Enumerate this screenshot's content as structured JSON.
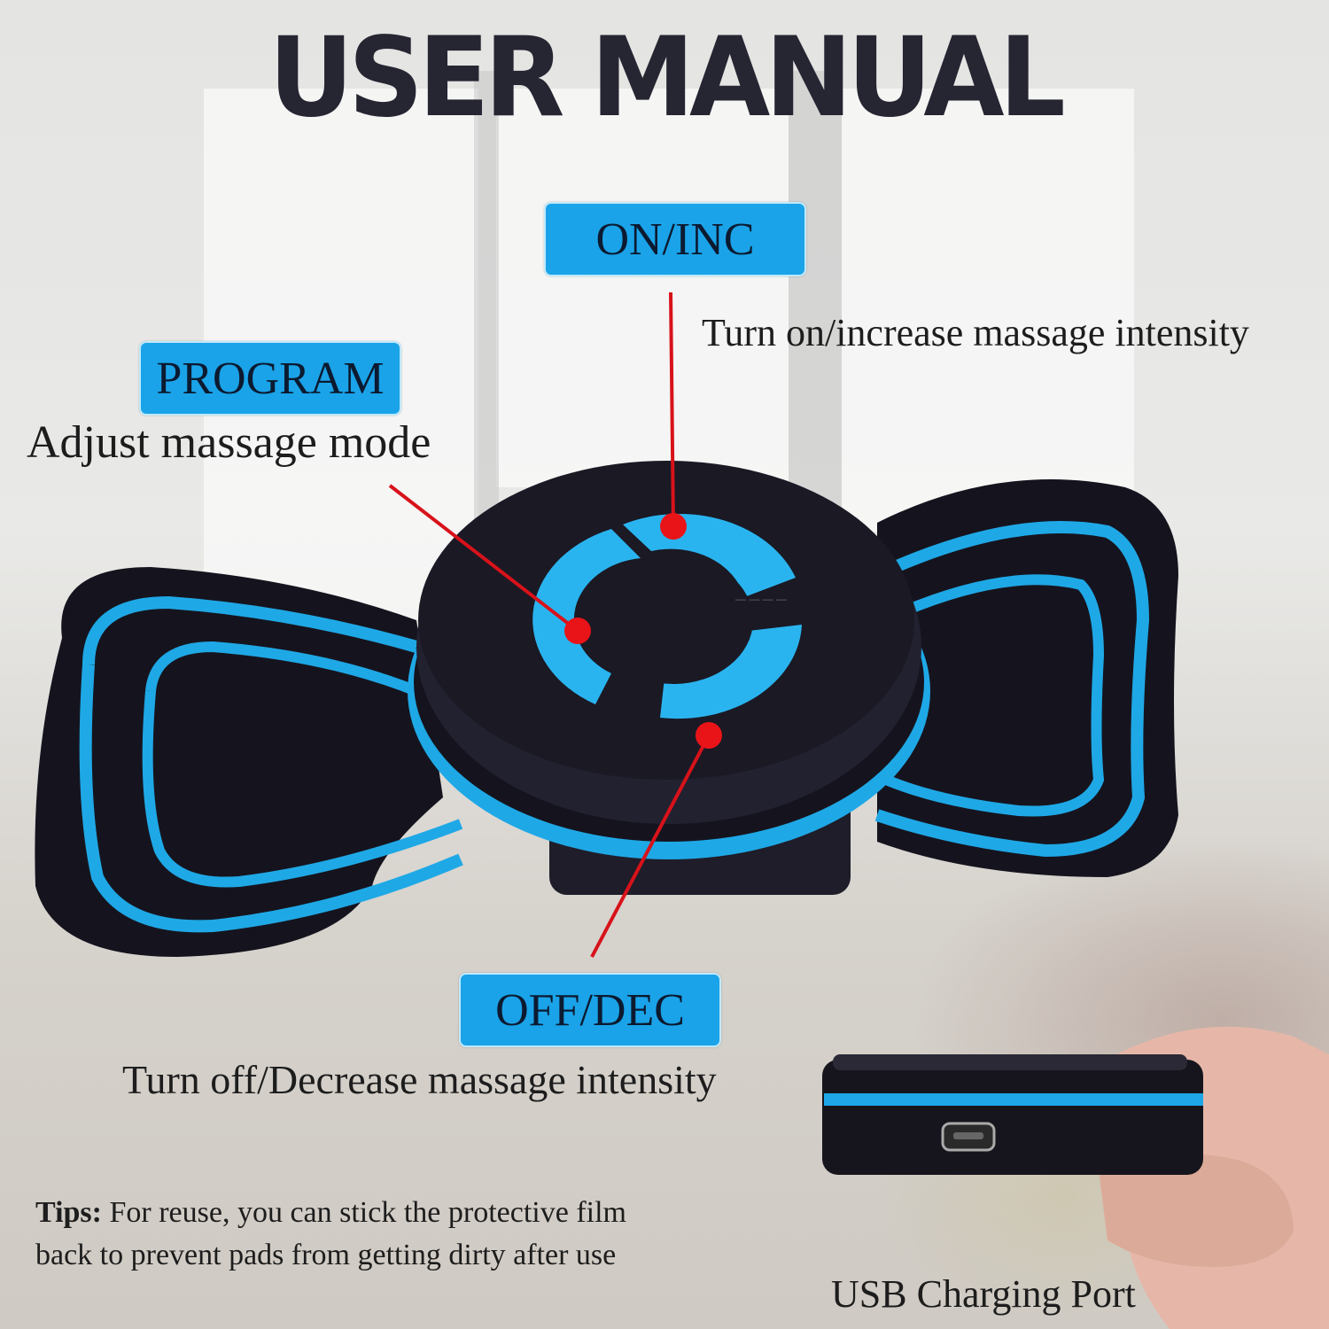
{
  "header": {
    "title": "USER MANUAL"
  },
  "controls": [
    {
      "id": "on-inc",
      "label": "ON/INC",
      "description": "Turn on/increase massage intensity"
    },
    {
      "id": "program",
      "label": "PROGRAM",
      "description": "Adjust massage mode"
    },
    {
      "id": "off-dec",
      "label": "OFF/DEC",
      "description": "Turn off/Decrease massage intensity"
    }
  ],
  "port": {
    "label": "USB Charging Port"
  },
  "tips": {
    "label": "Tips:",
    "text_line1": "For reuse, you can stick the protective film",
    "text_line2": "back to prevent pads from getting dirty after use"
  },
  "colors": {
    "badge": "#1aa3e8",
    "device_body": "#15141e",
    "device_accent": "#1fa8e6",
    "pointer": "#e81418",
    "title": "#262532"
  }
}
